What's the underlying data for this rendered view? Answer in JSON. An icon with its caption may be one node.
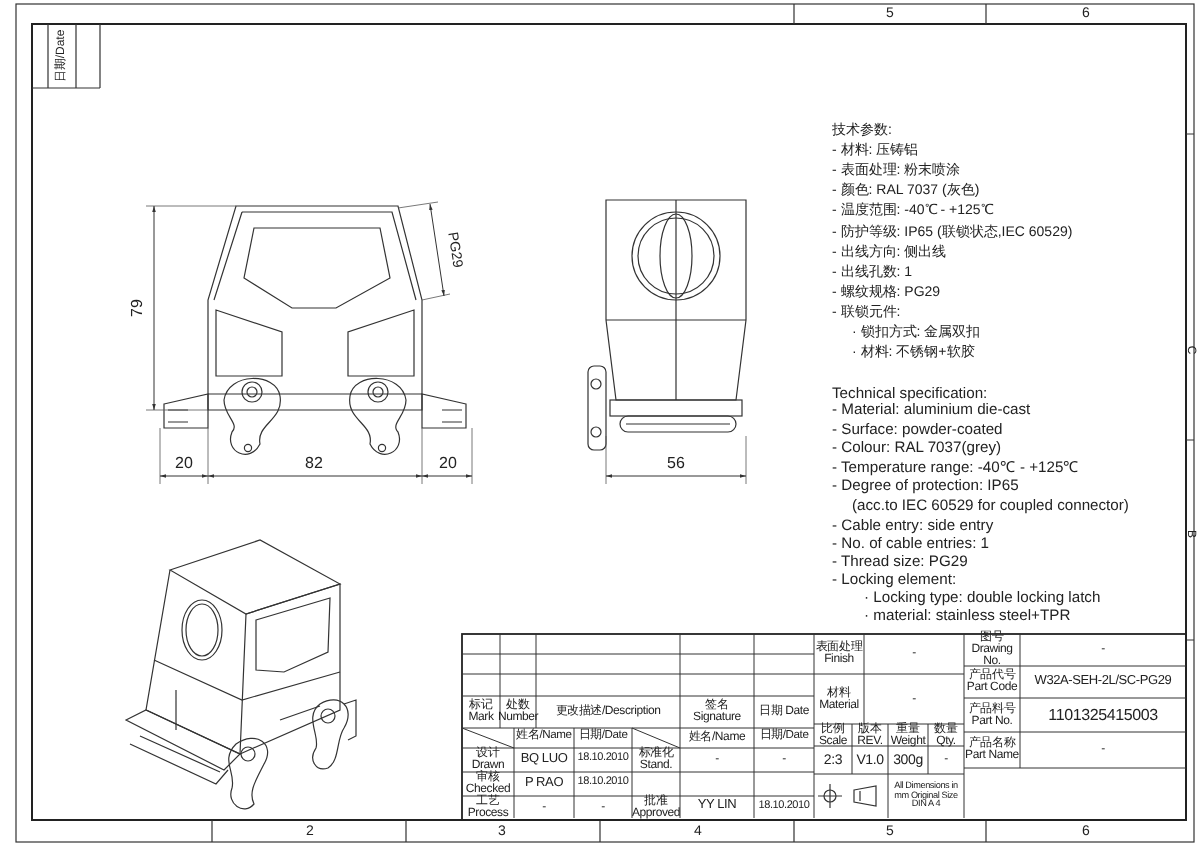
{
  "diagram": {
    "labels": [
      "5",
      "6",
      "日期/Date",
      "C",
      "B",
      "技术参数:",
      "- 材料: 压铸铝",
      "- 表面处理: 粉末喷涂",
      "- 颜色: RAL 7037 (灰色)",
      "- 温度范围: -40℃ - +125℃",
      "- 防护等级: IP65 (联锁状态,IEC 60529)",
      "- 出线方向: 侧出线",
      "- 出线孔数: 1",
      "- 螺纹规格: PG29",
      "- 联锁元件:",
      "· 锁扣方式: 金属双扣",
      "· 材料: 不锈钢+软胶",
      "Technical specification:",
      "- Material: aluminium die-cast",
      "- Surface: powder-coated",
      "- Colour: RAL 7037(grey)",
      "- Temperature range: -40℃ - +125℃",
      "- Degree of protection: IP65",
      "(acc.to IEC 60529 for coupled connector)",
      "- Cable entry: side entry",
      "- No. of cable entries: 1",
      "- Thread size: PG29",
      "- Locking element:",
      "· Locking type: double locking latch",
      "· material: stainless steel+TPR",
      "79",
      "PG29",
      "20",
      "82",
      "20",
      "56",
      "表面处理 Finish",
      "-",
      "图号 Drawing No.",
      "-",
      "材料 Material",
      "-",
      "产品代号 Part Code",
      "W32A-SEH-2L/SC-PG29",
      "标记 Mark",
      "处数 Number",
      "更改描述/Description",
      "签名 Signature",
      "日期 Date",
      "产品料号 Part No.",
      "1101325415003",
      "姓名/Name",
      "日期/Date",
      "姓名/Name",
      "日期/Date",
      "比例 Scale",
      "版本 REV.",
      "重量 Weight",
      "数量 Qty.",
      "产品名称 Part Name",
      "-",
      "设计 Drawn",
      "BQ LUO",
      "18.10.2010",
      "标准化 Stand.",
      "-",
      "-",
      "2:3",
      "V1.0",
      "300g",
      "-",
      "审核 Checked",
      "P RAO",
      "18.10.2010",
      "工艺 Process",
      "-",
      "-",
      "批准 Approved",
      "YY LIN",
      "18.10.2010",
      "All Dimensions in mm Original Size DIN A 4",
      "2",
      "3",
      "4",
      "5",
      "6"
    ]
  }
}
